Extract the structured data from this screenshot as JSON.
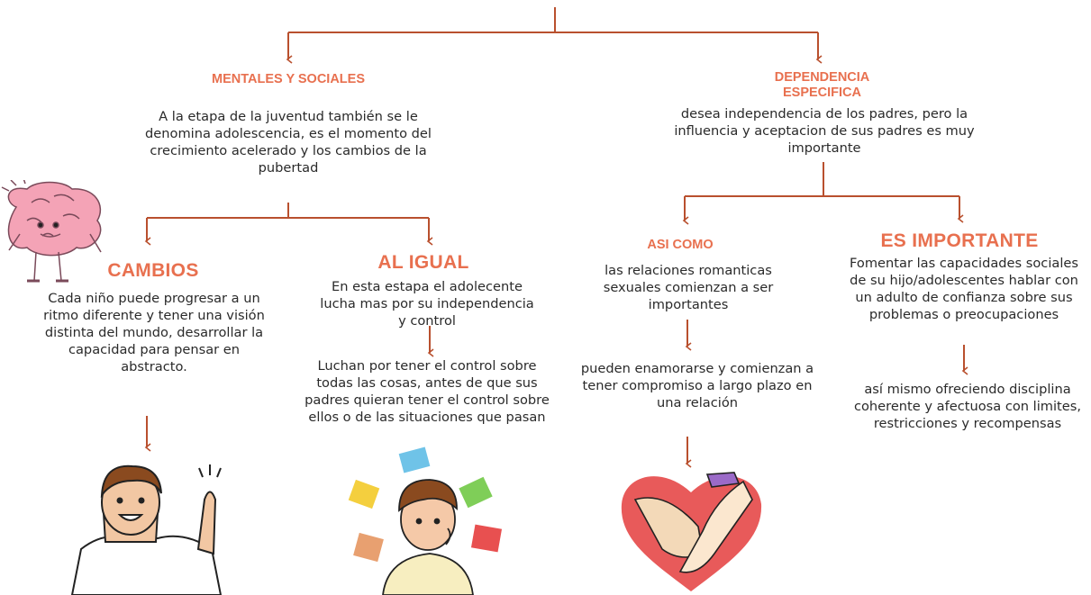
{
  "colors": {
    "accent": "#e8704f",
    "line": "#b9502e",
    "text": "#2a2a2a"
  },
  "nodes": {
    "mentales_title": "MENTALES Y SOCIALES",
    "mentales_text": "A la etapa de la juventud también se le denomina adolescencia, es el momento del crecimiento acelerado y los cambios de la pubertad",
    "dependencia_title": "DEPENDENCIA ESPECIFICA",
    "dependencia_text": "desea independencia de los padres, pero la influencia y aceptacion de sus padres es muy importante",
    "cambios_title": "CAMBIOS",
    "cambios_text": "Cada niño puede progresar a un ritmo diferente y tener una visión distinta del mundo, desarrollar la capacidad para pensar en abstracto.",
    "aligual_title": "AL IGUAL",
    "aligual_text": "En esta estapa el adolecente lucha mas por su independencia y control",
    "aligual_text2": "Luchan por tener el control sobre todas las cosas, antes de que sus padres quieran tener el control sobre ellos o de las situaciones que pasan",
    "asicomo_title": "ASI COMO",
    "asicomo_text": "las relaciones romanticas sexuales comienzan a ser importantes",
    "asicomo_text2": "pueden enamorarse y comienzan a tener compromiso a largo plazo en una relación",
    "esimportante_title": "ES IMPORTANTE",
    "esimportante_text": "Fomentar las capacidades sociales de su hijo/adolescentes hablar con un adulto de confianza sobre sus problemas o preocupaciones",
    "esimportante_text2": "así mismo ofreciendo disciplina coherente y afectuosa con limites, restricciones y recompensas"
  },
  "illustrations": [
    "brain-character-icon",
    "boy-pointing-icon",
    "boy-puzzle-icon",
    "heart-hands-icon"
  ]
}
